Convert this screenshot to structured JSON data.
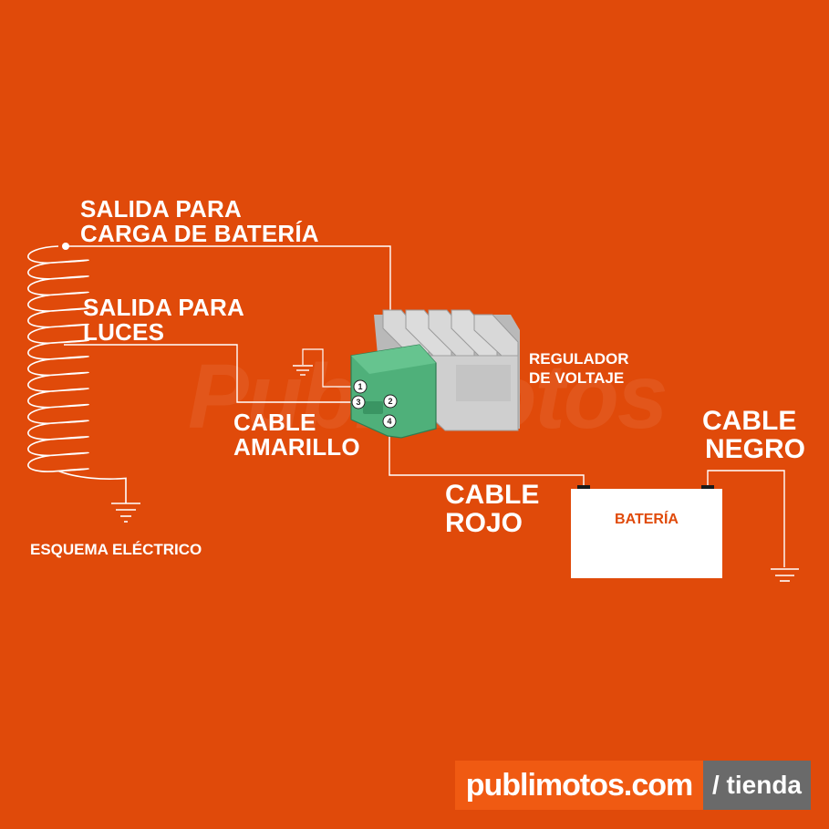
{
  "labels": {
    "salida_carga": [
      "SALIDA PARA",
      "CARGA DE BATERÍA"
    ],
    "salida_luces": [
      "SALIDA PARA",
      "LUCES"
    ],
    "regulador": [
      "REGULADOR",
      "DE VOLTAJE"
    ],
    "cable_amarillo": [
      "CABLE",
      "AMARILLO"
    ],
    "cable_rojo": [
      "CABLE",
      "ROJO"
    ],
    "cable_negro": [
      "CABLE",
      "NEGRO"
    ],
    "bateria": "BATERÍA",
    "esquema": "ESQUEMA ELÉCTRICO"
  },
  "pins": [
    "1",
    "2",
    "3",
    "4"
  ],
  "watermark": "Publimotos",
  "brand": {
    "main": "publimotos.com",
    "sub": "/ tienda"
  },
  "colors": {
    "background": "#E04A0A",
    "wire": "#ffffff",
    "connector": "#4FB07A",
    "regulator_body": "#c9c9c9",
    "brand_main": "#F05A12",
    "brand_sub": "#6a6a6a"
  }
}
